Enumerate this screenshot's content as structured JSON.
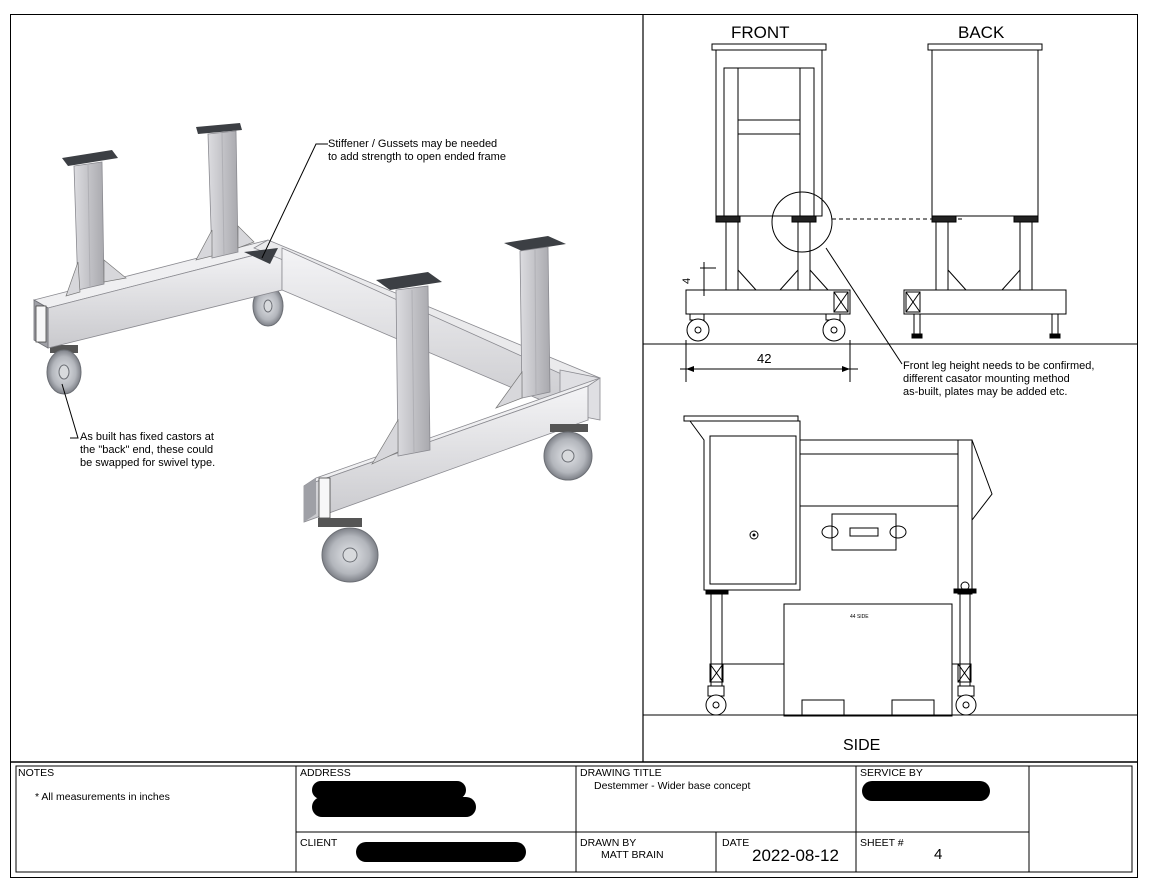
{
  "views": {
    "front_label": "FRONT",
    "back_label": "BACK",
    "side_label": "SIDE"
  },
  "callouts": {
    "stiffener": "Stiffener / Gussets may be needed\nto add strength to open ended frame",
    "castors": "As built has fixed castors at\nthe \"back\" end, these could\nbe swapped for swivel type.",
    "front_leg": "Front leg height needs to be confirmed,\ndifferent casator mounting method\nas-built, plates may be added etc."
  },
  "dimensions": {
    "width": "42",
    "height": "4"
  },
  "side_view": {
    "box_label": "44 SIDE"
  },
  "title_block": {
    "notes_label": "NOTES",
    "notes_text": "* All measurements in inches",
    "address_label": "ADDRESS",
    "client_label": "CLIENT",
    "drawing_title_label": "DRAWING TITLE",
    "drawing_title": "Destemmer - Wider base concept",
    "service_by_label": "SERVICE BY",
    "drawn_by_label": "DRAWN BY",
    "drawn_by": "MATT BRAIN",
    "date_label": "DATE",
    "date": "2022-08-12",
    "sheet_label": "SHEET #",
    "sheet_number": "4"
  }
}
